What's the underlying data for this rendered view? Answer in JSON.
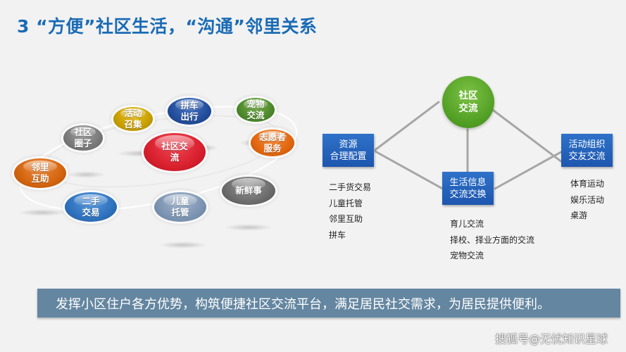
{
  "title": "3 “方便”社区生活，“沟通”邻里关系",
  "bubbles": [
    {
      "label": "社区交\n流",
      "color": "#d9202e"
    },
    {
      "label": "拼车\n出行",
      "color": "#234e9c"
    },
    {
      "label": "宠物\n交流",
      "color": "#4e8a2c"
    },
    {
      "label": "活动\n召集",
      "color": "#c9a000"
    },
    {
      "label": "社区\n圈子",
      "color": "#7a7a7a"
    },
    {
      "label": "志愿者\n服务",
      "color": "#e2670f"
    },
    {
      "label": "邻里\n互助",
      "color": "#d4650f"
    },
    {
      "label": "二手\n交易",
      "color": "#2f72be"
    },
    {
      "label": "儿童\n托管",
      "color": "#7d95b3"
    },
    {
      "label": "新鲜事",
      "color": "#6d6d6d"
    }
  ],
  "diagram": {
    "center": "社区\n交流",
    "left_box": "资源\n合理配置",
    "right_box": "活动组织\n交友交流",
    "bottom_box": "生活信息\n交流交换",
    "left_items": [
      "二手货交易",
      "儿童托管",
      "邻里互助",
      "拼车"
    ],
    "bottom_items": [
      "育儿交流",
      "择校、择业方面的交流",
      "宠物交流"
    ],
    "right_items": [
      "体育运动",
      "娱乐活动",
      "桌游"
    ]
  },
  "banner": "发挥小区住户各方优势，构筑便捷社区交流平台，满足居民社交需求，为居民提供便利。",
  "watermark": "搜狐号@无忧知识星球",
  "colors": {
    "title": "#1a6bb5",
    "box": "#2364c0",
    "center_circle": "#5aa52a",
    "banner": "#6486a0"
  }
}
